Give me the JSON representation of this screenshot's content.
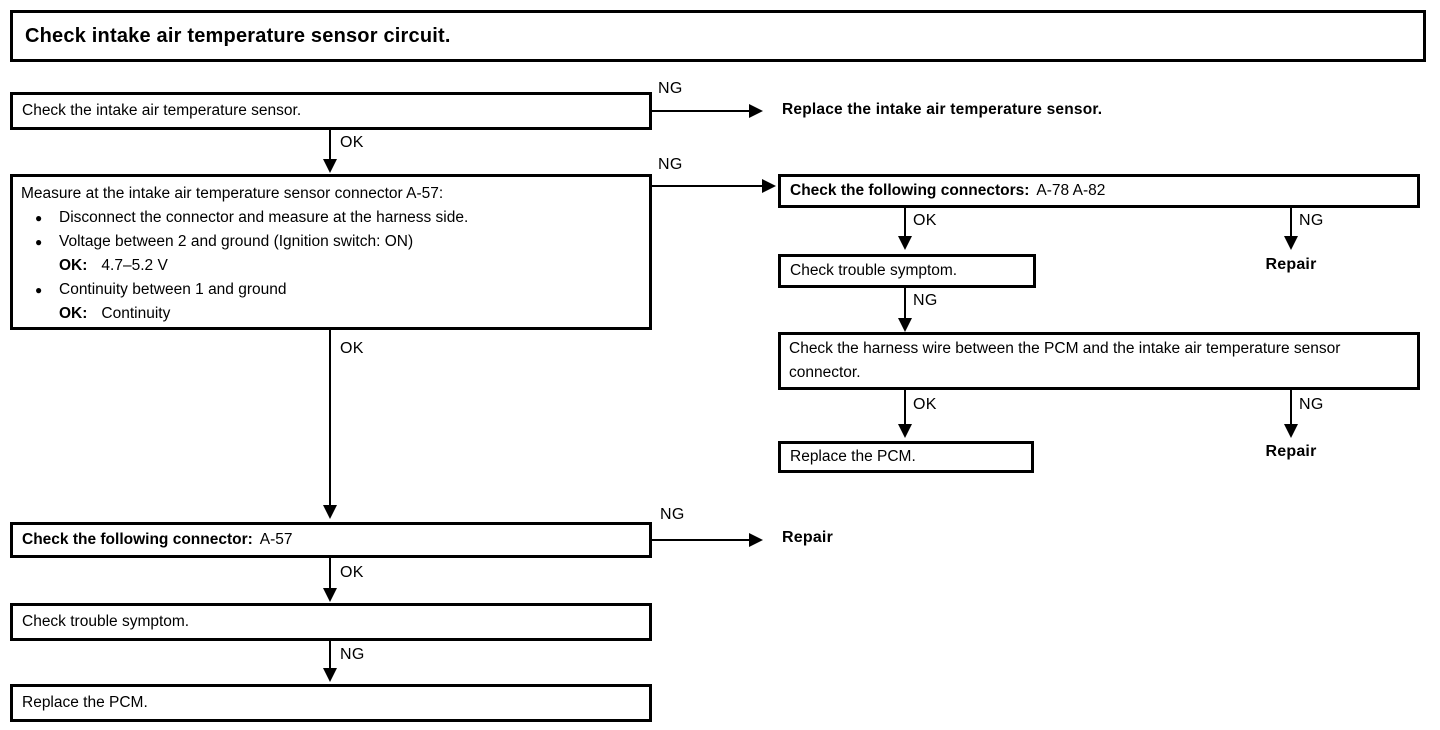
{
  "title": "Check intake air temperature sensor circuit.",
  "labels": {
    "ok": "OK",
    "ng": "NG"
  },
  "bullet_glyph": "●",
  "boxes": {
    "check_sensor": "Check the intake air temperature sensor.",
    "measure": {
      "heading": "Measure at the intake air temperature sensor connector A-57:",
      "bullet1": "Disconnect the connector and measure at the harness side.",
      "bullet2": "Voltage between 2 and ground (Ignition switch: ON)",
      "bullet2_ok_label": "OK:",
      "bullet2_ok_value": "4.7–5.2 V",
      "bullet3": "Continuity between 1 and ground",
      "bullet3_ok_label": "OK:",
      "bullet3_ok_value": "Continuity"
    },
    "connectors": {
      "prefix": "Check the following connectors:",
      "ids": "A-78 A-82"
    },
    "trouble_right": "Check trouble symptom.",
    "harness": "Check the harness wire between the PCM and the intake air temperature sensor connector.",
    "replace_pcm_right": "Replace the PCM.",
    "connector_a57": {
      "prefix": "Check the following connector:",
      "ids": "A-57"
    },
    "trouble_left": "Check trouble symptom.",
    "replace_pcm_left": "Replace the PCM."
  },
  "results": {
    "replace_sensor": "Replace the intake air temperature sensor.",
    "repair_top": "Repair",
    "repair_mid": "Repair",
    "repair_left": "Repair"
  }
}
